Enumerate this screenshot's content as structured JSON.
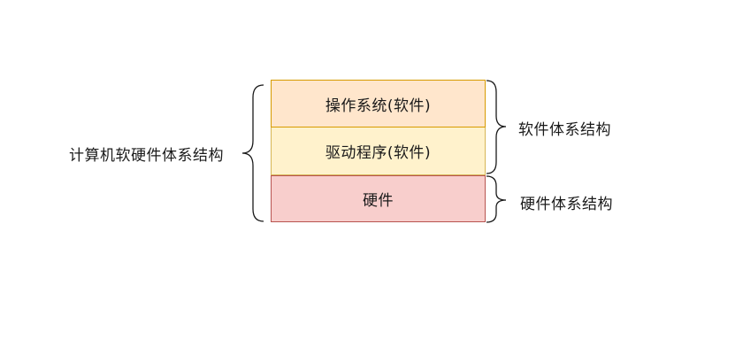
{
  "layers": {
    "os": "操作系统(软件)",
    "driver": "驱动程序(软件)",
    "hardware": "硬件"
  },
  "labels": {
    "computer": "计算机软硬件体系结构",
    "software": "软件体系结构",
    "hardware": "硬件体系结构"
  },
  "colors": {
    "os_fill": "#ffe6cc",
    "os_stroke": "#d79b00",
    "driver_fill": "#fff2cc",
    "driver_stroke": "#d6b656",
    "hardware_fill": "#f8cecc",
    "hardware_stroke": "#b85450"
  }
}
